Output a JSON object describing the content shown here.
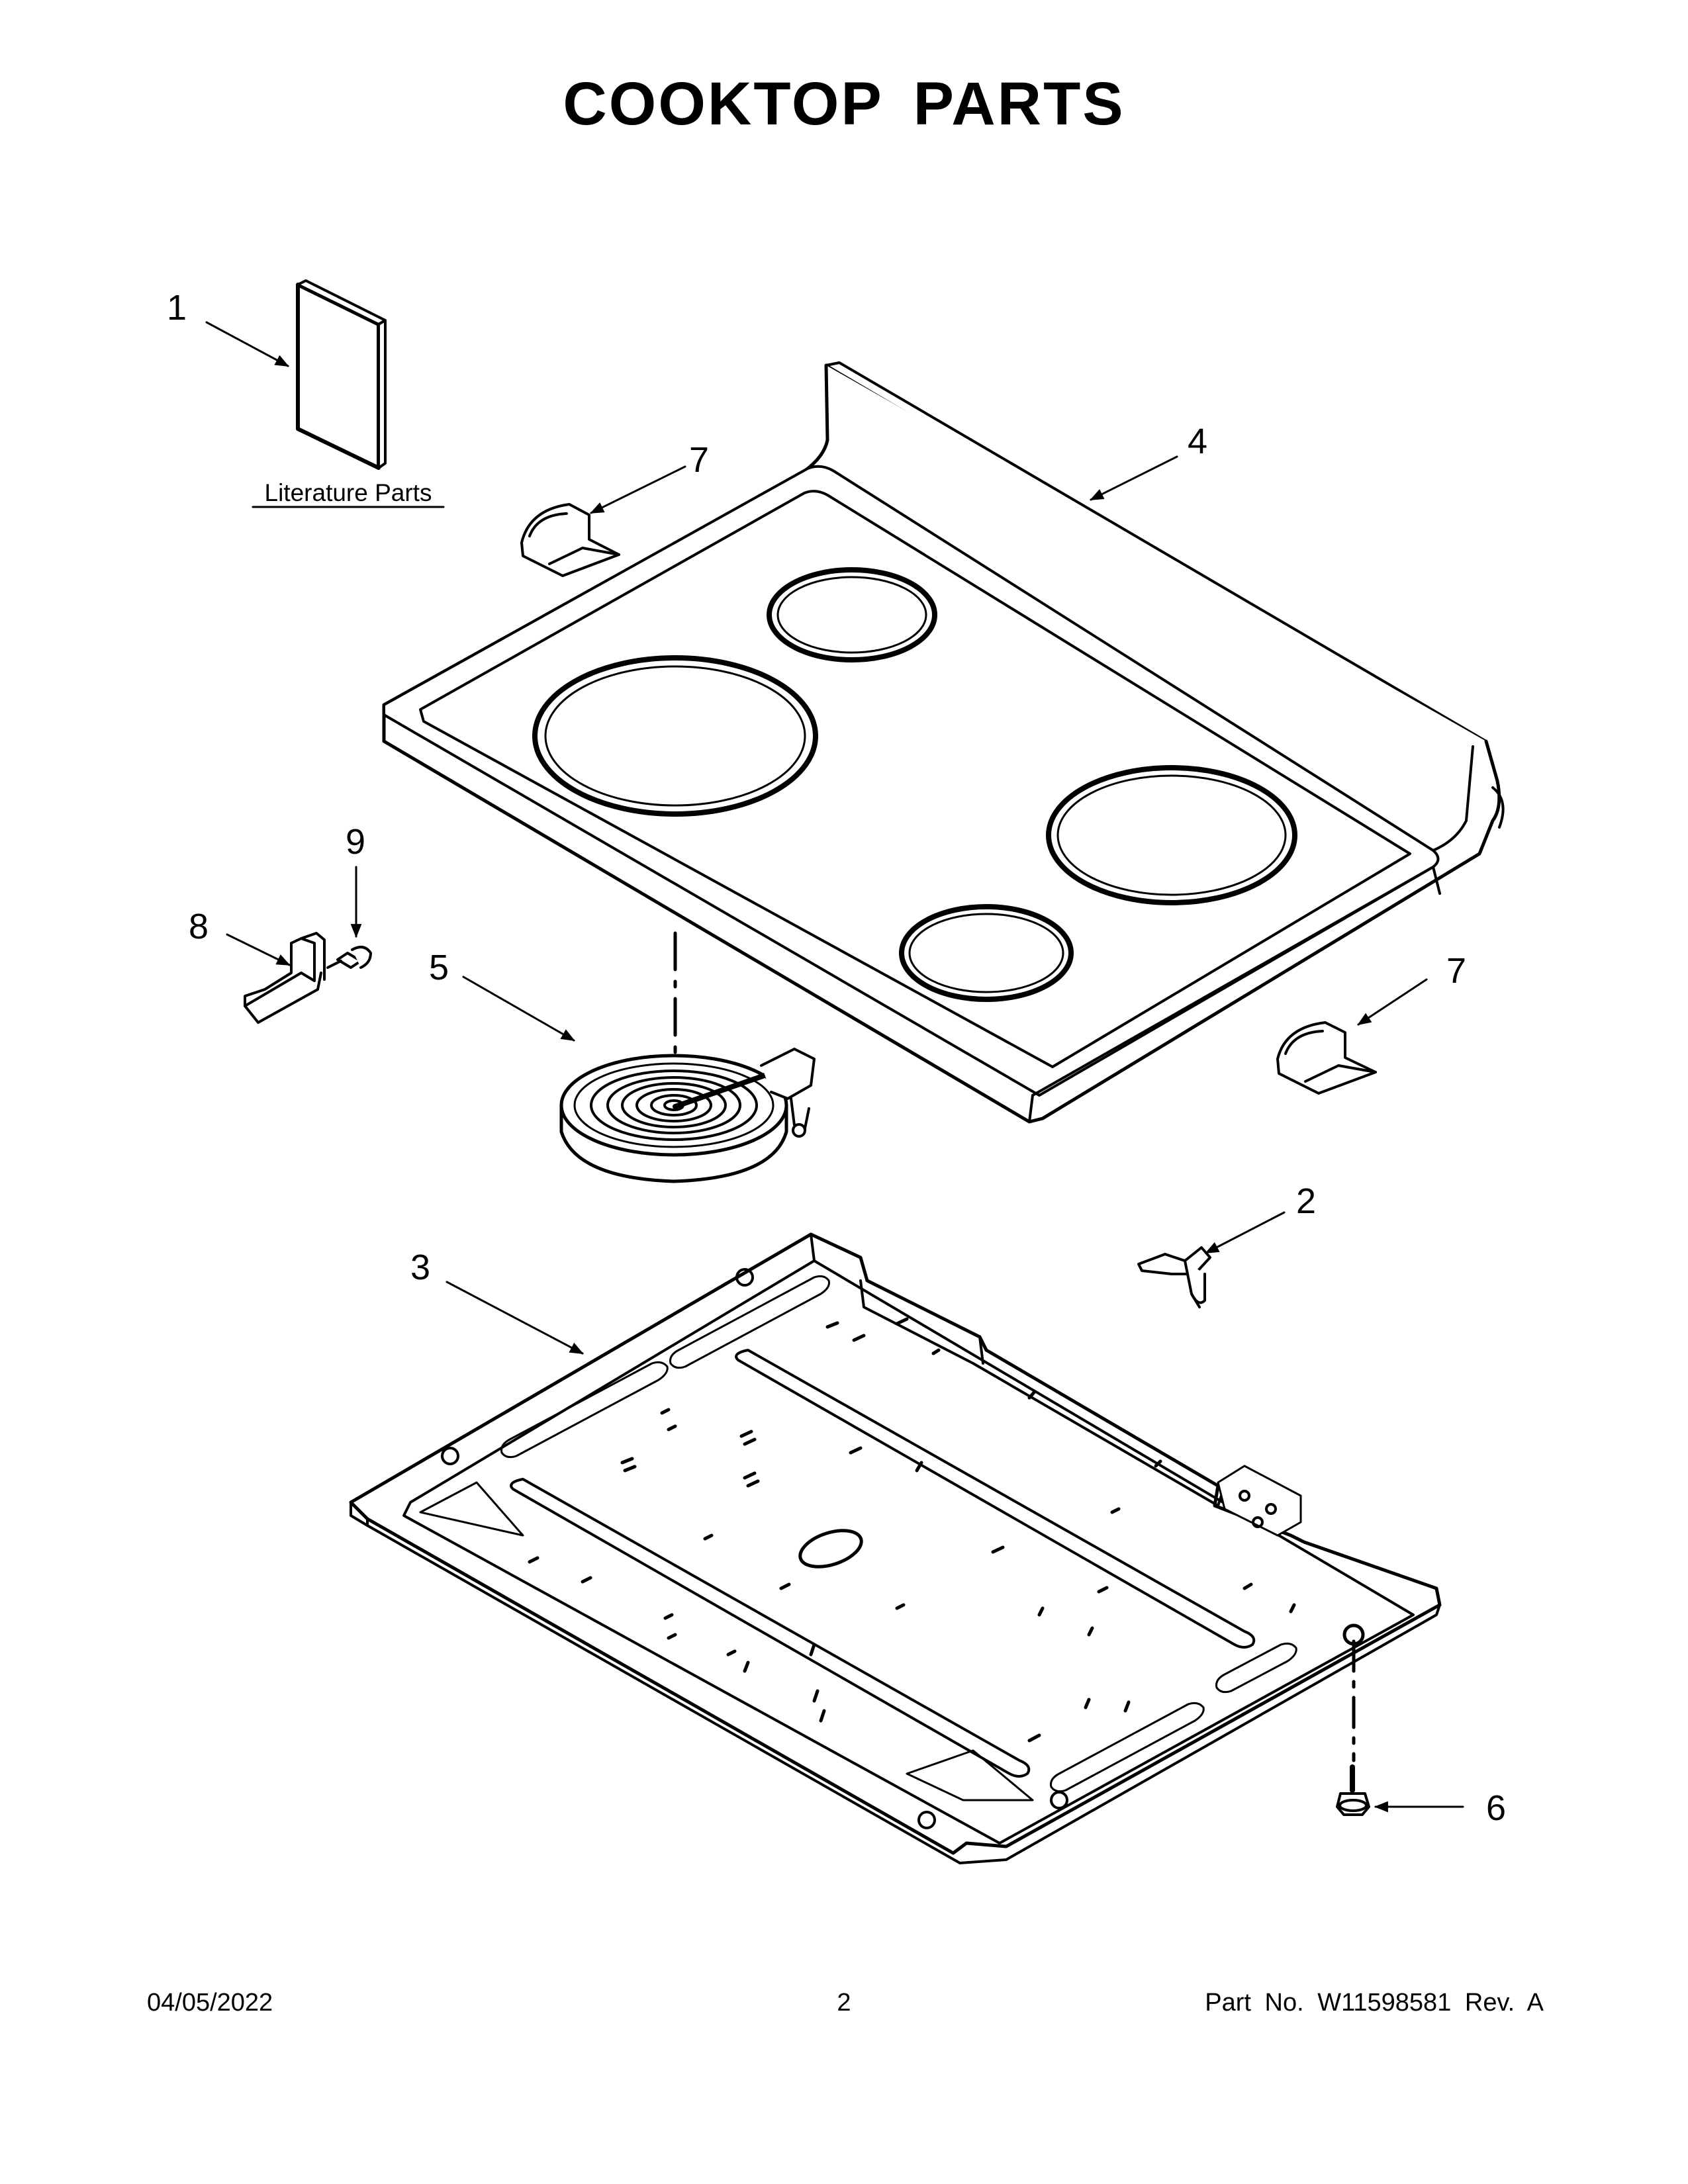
{
  "title": "COOKTOP PARTS",
  "literature_label": "Literature Parts",
  "callouts": {
    "c1": "1",
    "c2": "2",
    "c3": "3",
    "c4": "4",
    "c5": "5",
    "c6": "6",
    "c7a": "7",
    "c7b": "7",
    "c8": "8",
    "c9": "9"
  },
  "footer": {
    "date": "04/05/2022",
    "page": "2",
    "part": "Part No.  W11598581  Rev.  A"
  }
}
